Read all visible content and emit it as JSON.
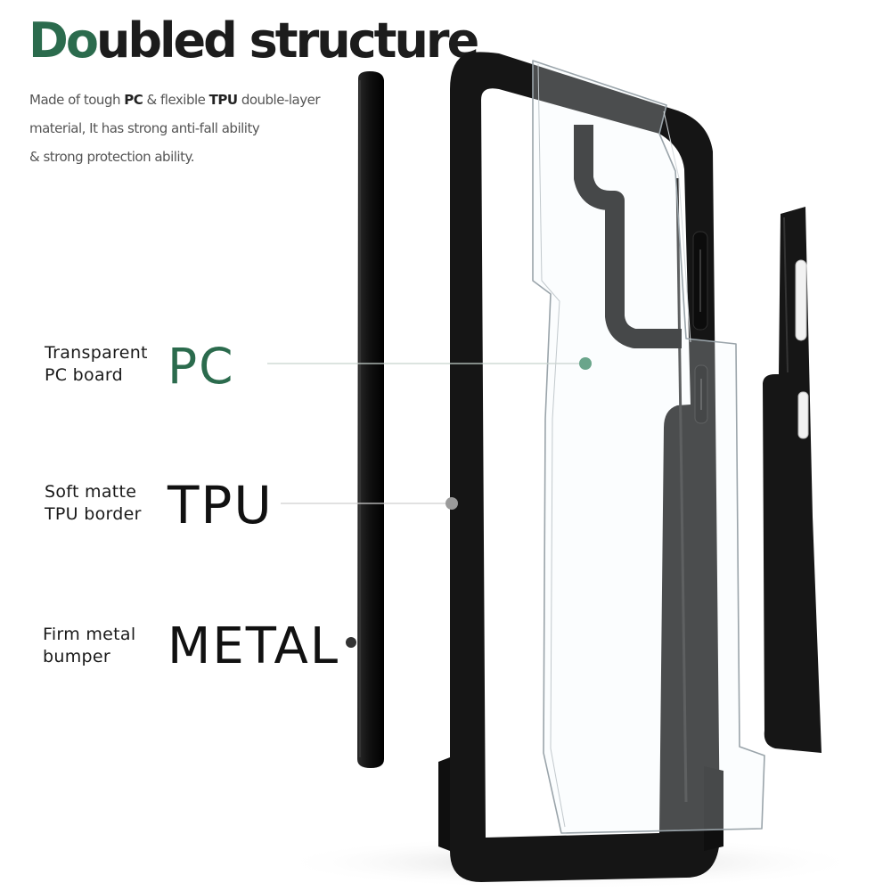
{
  "headline": {
    "word1_part1": "Do",
    "word1_part2": "ubled",
    "word2": "structure"
  },
  "description": {
    "line1_a": "Made of tough ",
    "line1_b": "PC",
    "line1_c": " & flexible ",
    "line1_d": "TPU",
    "line1_e": " double-layer",
    "line2": "material, It has strong anti-fall ability",
    "line3": "& strong protection ability."
  },
  "callouts": [
    {
      "small_line1": "Transparent",
      "small_line2": "PC board",
      "big": "PC",
      "big_color": "#2b6b4d"
    },
    {
      "small_line1": "Soft matte",
      "small_line2": "TPU border",
      "big": "TPU",
      "big_color": "#111111"
    },
    {
      "small_line1": "Firm metal",
      "small_line2": "bumper",
      "big": "METAL",
      "big_color": "#111111"
    }
  ],
  "colors": {
    "accent_green": "#2b6b4d",
    "dark_text": "#1c1c1c",
    "case_black": "#141414",
    "leader_line": "#c8d3ce"
  }
}
